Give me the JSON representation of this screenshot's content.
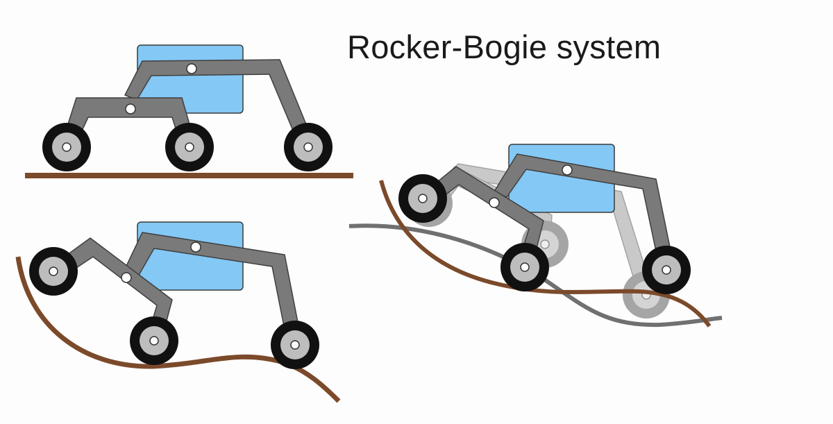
{
  "title": "Rocker-Bogie system",
  "colors": {
    "background": "#fdfdfd",
    "body": "#84c8f5",
    "body_stroke": "#3a3a3a",
    "link": "#7a7a7a",
    "link_ghost": "#c4c4c4",
    "wheel_tire": "#111111",
    "wheel_hub": "#bdbdbd",
    "terrain": "#7b4a2a",
    "terrain_ghost": "#707070"
  },
  "scenes": [
    {
      "id": "flat-ground",
      "terrain": "flat"
    },
    {
      "id": "curved-terrain",
      "terrain": "curved"
    },
    {
      "id": "overlay-comparison",
      "terrain": "curved-with-ghost"
    }
  ]
}
